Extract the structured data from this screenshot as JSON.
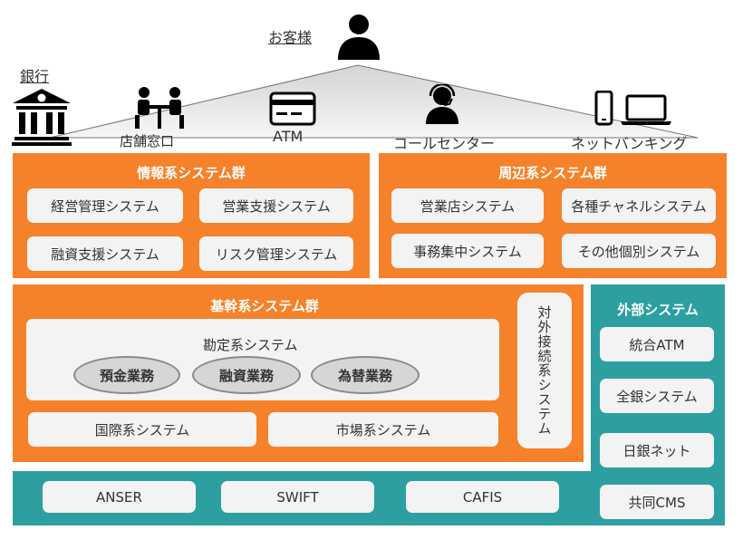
{
  "customer": {
    "label": "お客様"
  },
  "bank": {
    "label": "銀行"
  },
  "channels": [
    {
      "icon": "branch-counter-icon",
      "label": "店舗窓口"
    },
    {
      "icon": "atm-card-icon",
      "label": "ATM"
    },
    {
      "icon": "call-center-operator-icon",
      "label": "コールセンター"
    },
    {
      "icon": "phone-laptop-icon",
      "label": "ネットバンキング"
    }
  ],
  "information_group": {
    "title": "情報系システム群",
    "items": [
      "経営管理システム",
      "営業支援システム",
      "融資支援システム",
      "リスク管理システム"
    ]
  },
  "peripheral_group": {
    "title": "周辺系システム群",
    "items": [
      "営業店システム",
      "各種チャネルシステム",
      "事務集中システム",
      "その他個別システム"
    ]
  },
  "core_group": {
    "title": "基幹系システム群",
    "accounting": {
      "title": "勘定系システム",
      "services": [
        "預金業務",
        "融資業務",
        "為替業務"
      ]
    },
    "items": [
      "国際系システム",
      "市場系システム"
    ],
    "external_connection": "対外接続系システム"
  },
  "external_group": {
    "title": "外部システム",
    "items": [
      "統合ATM",
      "全銀システム",
      "日銀ネット",
      "共同CMS"
    ]
  },
  "networks": [
    "ANSER",
    "SWIFT",
    "CAFIS"
  ],
  "colors": {
    "orange": "#F5822A",
    "teal": "#2E9FA1",
    "box": "#F3F3F3",
    "pill": "#D6D6D6"
  }
}
